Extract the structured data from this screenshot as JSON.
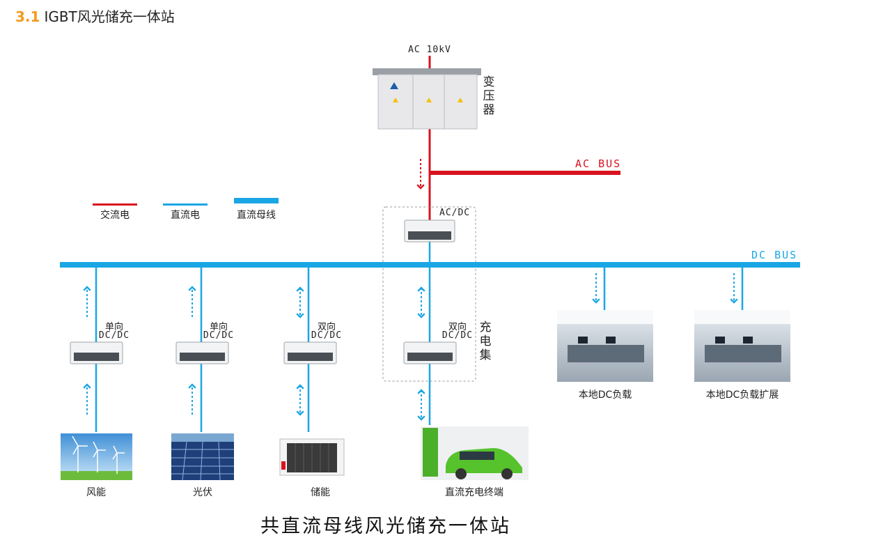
{
  "header": {
    "number": "3.1",
    "title": "IGBT风光储充一体站"
  },
  "colors": {
    "ac": "#d9121f",
    "dc": "#1aa6e4",
    "accent": "#f39a1e"
  },
  "legend": {
    "ac_line": "交流电",
    "dc_line": "直流电",
    "dc_bus": "直流母线"
  },
  "grid": {
    "ac_source": "AC 10kV",
    "transformer": "变压器",
    "ac_bus": "AC BUS",
    "dc_bus": "DC BUS",
    "acdc": "AC/DC",
    "group": "充电集"
  },
  "converters": {
    "wind": [
      "单向",
      "DC/DC"
    ],
    "pv": [
      "单向",
      "DC/DC"
    ],
    "storage": [
      "双向",
      "DC/DC"
    ],
    "charger": [
      "双向",
      "DC/DC"
    ]
  },
  "sources": {
    "wind": "风能",
    "pv": "光伏",
    "storage": "储能",
    "ev": "直流充电终端"
  },
  "loads": {
    "local": "本地DC负载",
    "expansion": "本地DC负载扩展"
  },
  "caption": "共直流母线风光储充一体站"
}
